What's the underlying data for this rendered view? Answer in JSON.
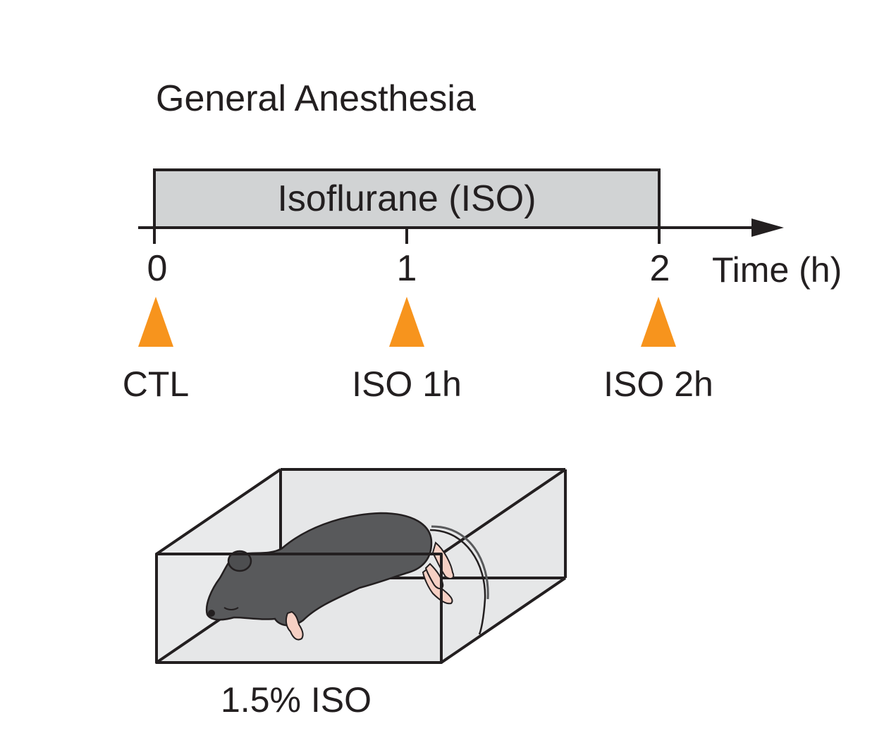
{
  "title": "General Anesthesia",
  "bar_label": "Isoflurane (ISO)",
  "axis": {
    "label": "Time (h)",
    "ticks": [
      "0",
      "1",
      "2"
    ]
  },
  "timepoints": [
    {
      "label": "CTL"
    },
    {
      "label": "ISO 1h"
    },
    {
      "label": "ISO 2h"
    }
  ],
  "cage_label": "1.5% ISO",
  "colors": {
    "marker": "#f7941d",
    "bar_fill": "#d1d3d4",
    "line": "#231f20",
    "cage_fill": "#e6e7e8",
    "mouse_body": "#58595b",
    "mouse_paw": "#f6d0c4"
  }
}
